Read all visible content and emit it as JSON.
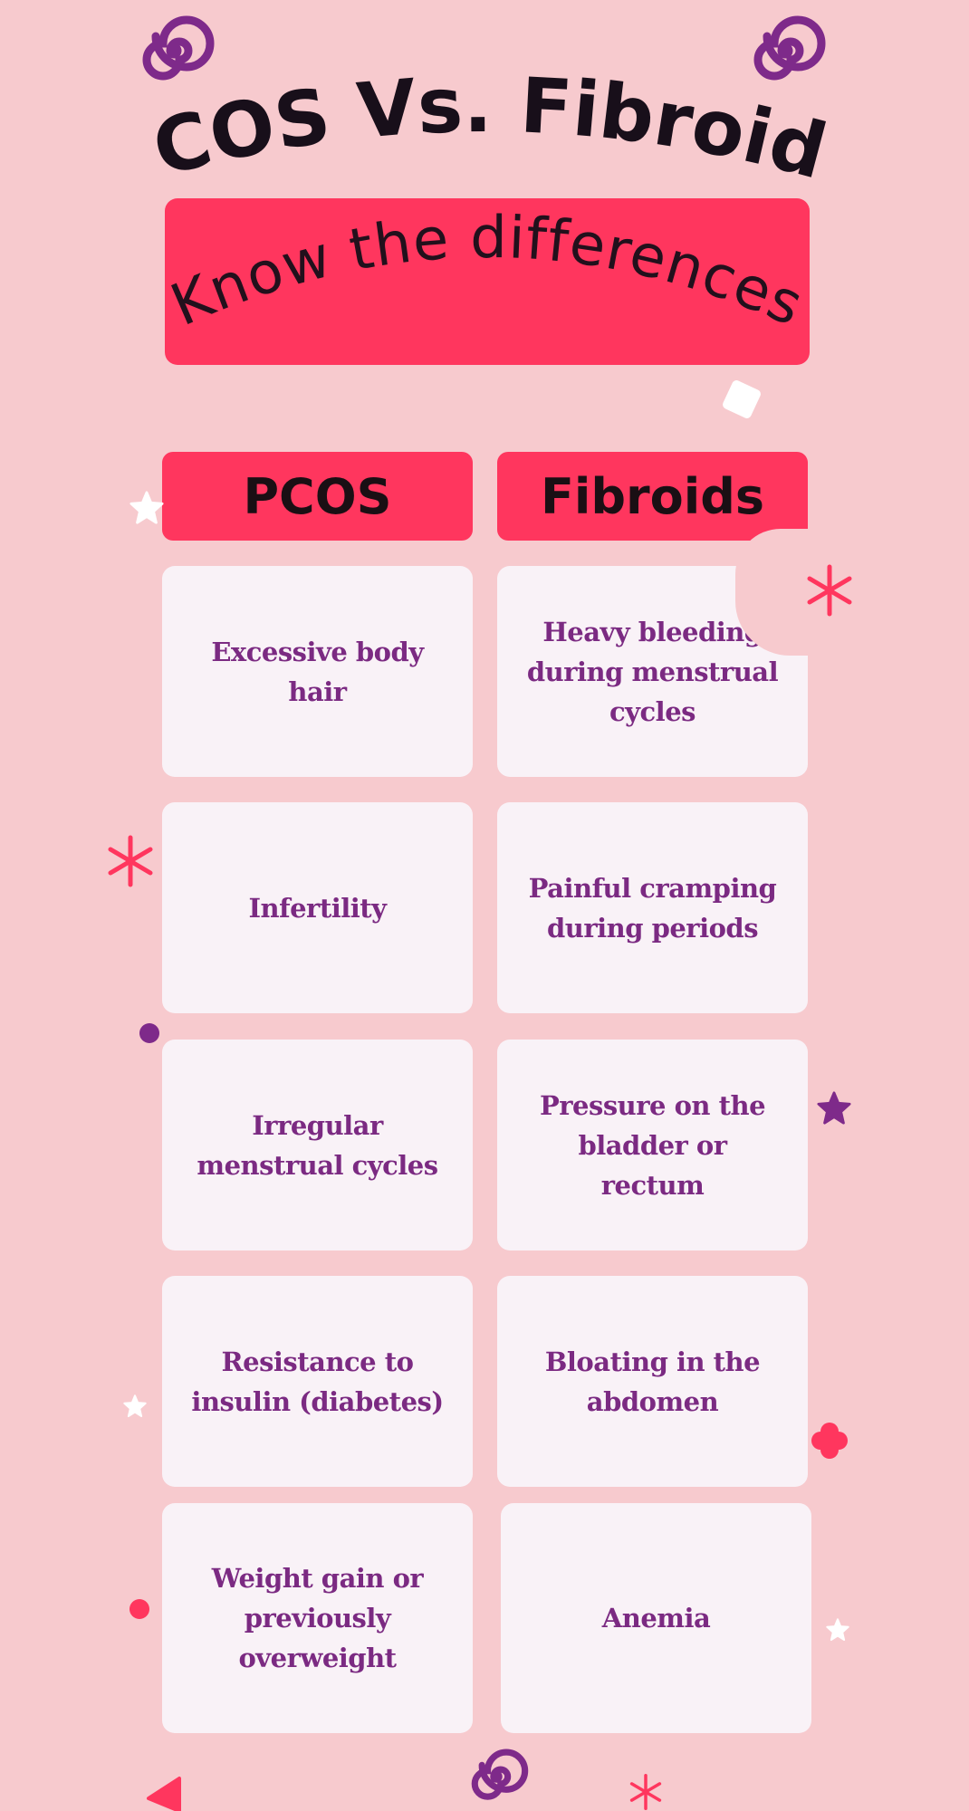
{
  "title": "PCOS Vs. Fibroids",
  "subtitle": "Know the differences",
  "columns": [
    "PCOS",
    "Fibroids"
  ],
  "rows": [
    {
      "pcos": "Excessive body hair",
      "fibroids": "Heavy bleeding during menstrual cycles"
    },
    {
      "pcos": "Infertility",
      "fibroids": "Painful cramping during periods"
    },
    {
      "pcos": "Irregular menstrual cycles",
      "fibroids": "Pressure on the bladder or rectum"
    },
    {
      "pcos": "Resistance to insulin (diabetes)",
      "fibroids": "Bloating in the abdomen"
    },
    {
      "pcos": "Weight gain or previously overweight",
      "fibroids": "Anemia"
    }
  ],
  "colors": {
    "background": "#f7cace",
    "accent": "#ff365e",
    "card": "#f9f2f7",
    "card_text": "#7b2a82",
    "spiral": "#7e2a8a"
  },
  "decorations": [
    "spiral-icon",
    "asterisk-icon",
    "star-icon",
    "dot-icon",
    "diamond-icon",
    "flower-icon",
    "triangle-icon"
  ]
}
